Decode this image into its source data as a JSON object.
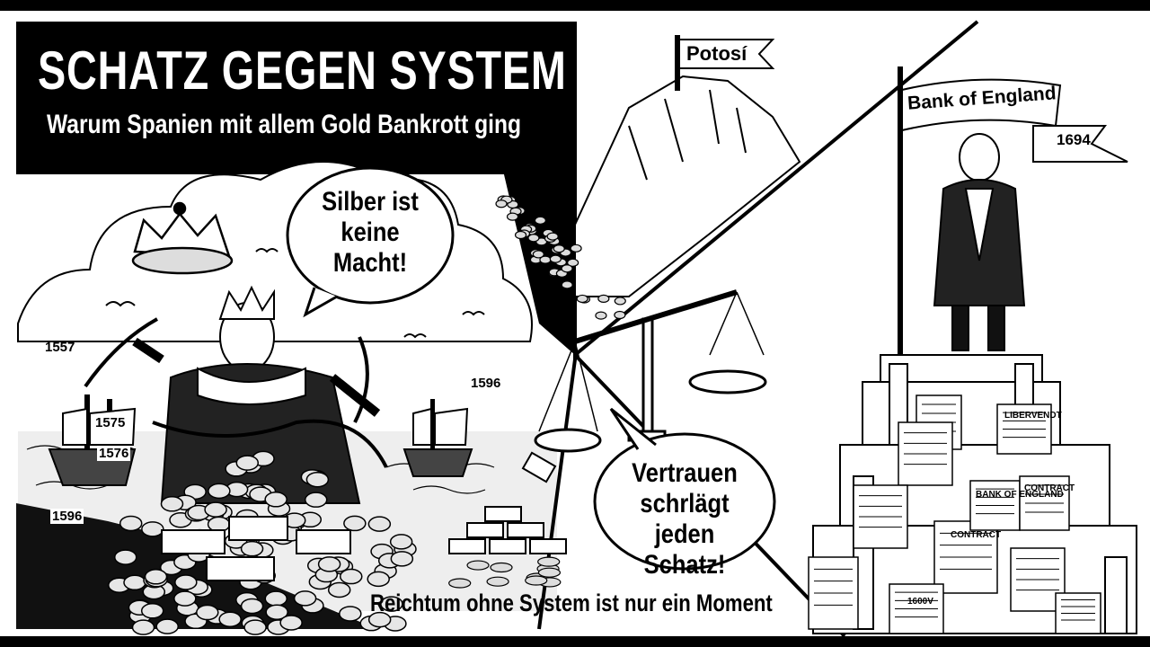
{
  "header": {
    "title": "SCHATZ GEGEN SYSTEM",
    "subtitle": "Warum Spanien mit allem Gold Bankrott ging"
  },
  "left_panel": {
    "speech_bubble": "Silber ist keine Macht!",
    "years": [
      "1557",
      "1575",
      "1576",
      "1596",
      "1596"
    ]
  },
  "middle_panel": {
    "mountain_flag": "Potosí",
    "speech_bubble": "Vertrauen schrlägt jeden Schatz!",
    "caption": "Reichtum ohne System ist nur ein Moment"
  },
  "right_panel": {
    "banner": "Bank of England",
    "banner_year": "1694",
    "documents": [
      "LIBERVENDT",
      "CONTRACT",
      "BANK OF ENGLAND",
      "CONTRACT",
      "1600V"
    ]
  },
  "colors": {
    "ink": "#000000",
    "paper": "#ffffff",
    "shade": "#d9d9d9"
  }
}
